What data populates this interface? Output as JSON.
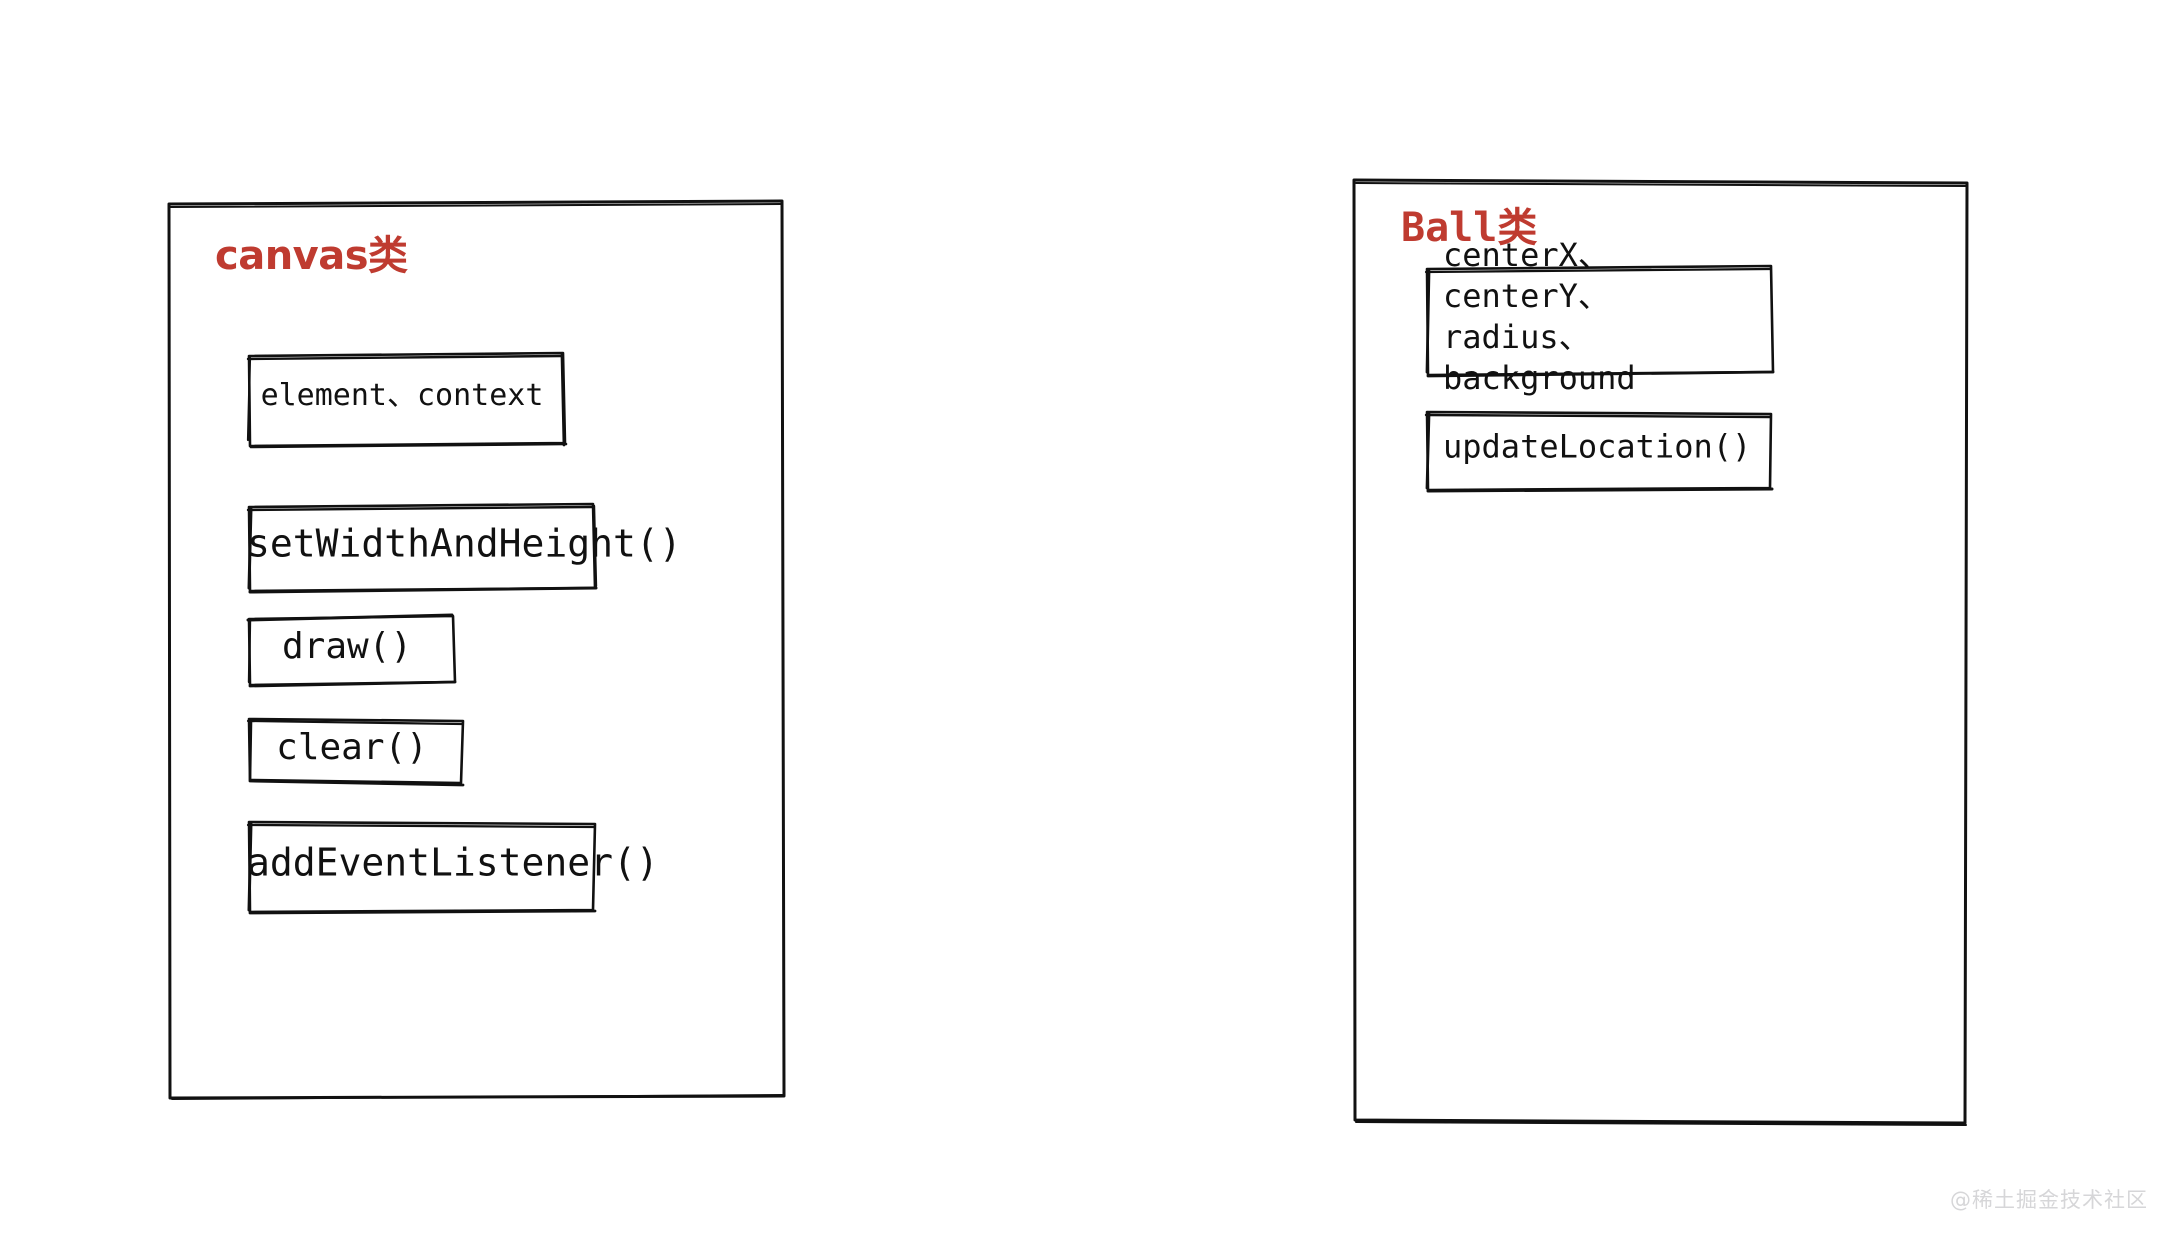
{
  "diagram": {
    "title": "",
    "background_color": "#ffffff",
    "accent_color": "#bf3b30",
    "stroke_color": "#111111",
    "watermark": "@稀土掘金技术社区",
    "classes": [
      {
        "id": "canvas-class",
        "title": "canvas类",
        "title_style": "sans",
        "members": [
          {
            "id": "element-context",
            "text": "element、context",
            "kind": "properties",
            "align": "center"
          },
          {
            "id": "set-width-and-height",
            "text": "setWidthAndHeight()",
            "kind": "method",
            "align": "center"
          },
          {
            "id": "draw",
            "text": "draw()",
            "kind": "method",
            "align": "center"
          },
          {
            "id": "clear",
            "text": "clear()",
            "kind": "method",
            "align": "center"
          },
          {
            "id": "add-event-listener",
            "text": "addEventListener()",
            "kind": "method",
            "align": "center"
          }
        ]
      },
      {
        "id": "ball-class",
        "title": "Ball类",
        "title_style": "mono",
        "members": [
          {
            "id": "ball-properties",
            "text": "centerX、centerY、\nradius、background",
            "kind": "properties",
            "align": "left"
          },
          {
            "id": "update-location",
            "text": "updateLocation()",
            "kind": "method",
            "align": "left"
          }
        ]
      }
    ]
  }
}
